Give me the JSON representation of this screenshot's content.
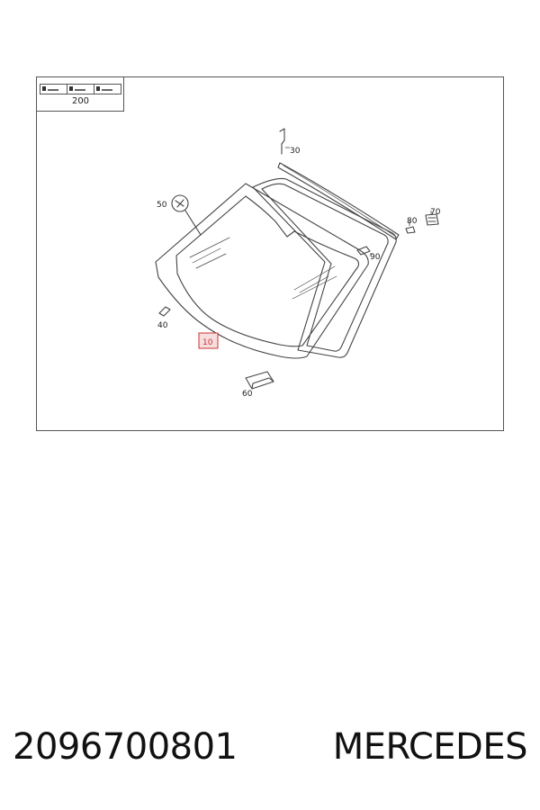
{
  "reference": {
    "number": "200"
  },
  "callouts": {
    "c10": "10",
    "c30": "30",
    "c40": "40",
    "c50": "50",
    "c60": "60",
    "c70": "70",
    "c80": "80",
    "c90": "90"
  },
  "caption": {
    "part_number": "2096700801",
    "brand": "MERCEDES"
  },
  "colors": {
    "line": "#444444",
    "highlight": "#cc3333",
    "highlight_fill": "#f6dede"
  }
}
